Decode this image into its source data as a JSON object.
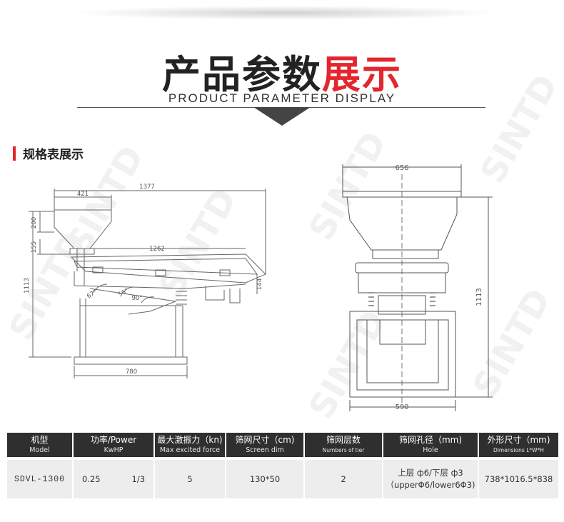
{
  "header": {
    "title_dark": "产品参数",
    "title_red": "展示",
    "subtitle": "PRODUCT PARAMETER DISPLAY"
  },
  "section": {
    "title": "规格表展示"
  },
  "drawing": {
    "watermark": "SINTD",
    "side_view": {
      "dim_total_length": "1377",
      "dim_hopper_width": "421",
      "dim_screen_length": "1262",
      "dim_hopper_height": "200",
      "dim_hopper_lower": "155",
      "dim_total_height": "1113",
      "dim_outlet_height": "144",
      "dim_base_length": "780",
      "angle_left": "67°",
      "angle_mid": "56°",
      "angle_right": "90°"
    },
    "front_view": {
      "dim_top_width": "656",
      "dim_total_height": "1113",
      "dim_base_width": "590"
    }
  },
  "table": {
    "headers": {
      "model_cn": "机型",
      "model_en": "Model",
      "power_cn": "功率/Power",
      "power_kw": "Kw",
      "power_hp": "HP",
      "force_cn": "最大激振力（kn)",
      "force_en": "Max excited force",
      "screen_cn": "筛网尺寸（cm)",
      "screen_en": "Screen dim",
      "tiers_cn": "筛网层数",
      "tiers_en": "Numbers of tier",
      "hole_cn": "筛网孔径（mm)",
      "hole_en": "Hole",
      "dims_cn": "外形尺寸（mm)",
      "dims_en": "Dimensions L*W*H"
    },
    "row": {
      "model": "SDVL-1300",
      "kw": "0.25",
      "hp": "1/3",
      "force": "5",
      "screen": "130*50",
      "tiers": "2",
      "hole_line1": "上层 ф6/下层 ф3",
      "hole_line2": "（upperΦ6/lower6Φ3)",
      "dims": "738*1016.5*838"
    }
  }
}
